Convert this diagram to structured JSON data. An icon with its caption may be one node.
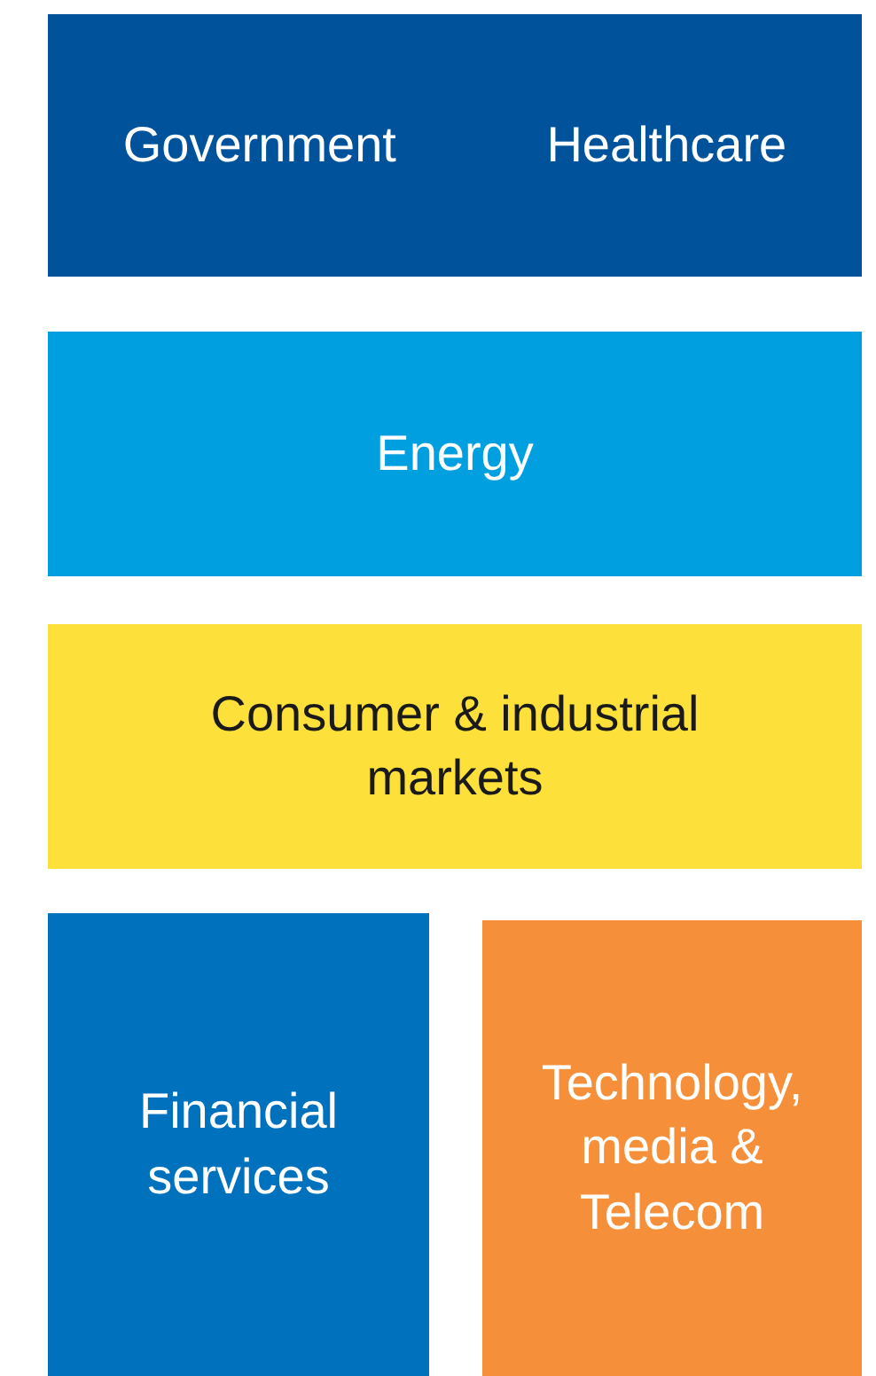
{
  "diagram": {
    "nodes": [
      {
        "text": [
          "Government",
          "Healthcare"
        ]
      },
      {
        "text": [
          "Energy"
        ]
      },
      {
        "text": [
          "Consumer & industrial markets"
        ]
      },
      {
        "text": [
          "Financial services"
        ]
      },
      {
        "text": [
          "Technology, media & Telecom"
        ]
      }
    ]
  }
}
